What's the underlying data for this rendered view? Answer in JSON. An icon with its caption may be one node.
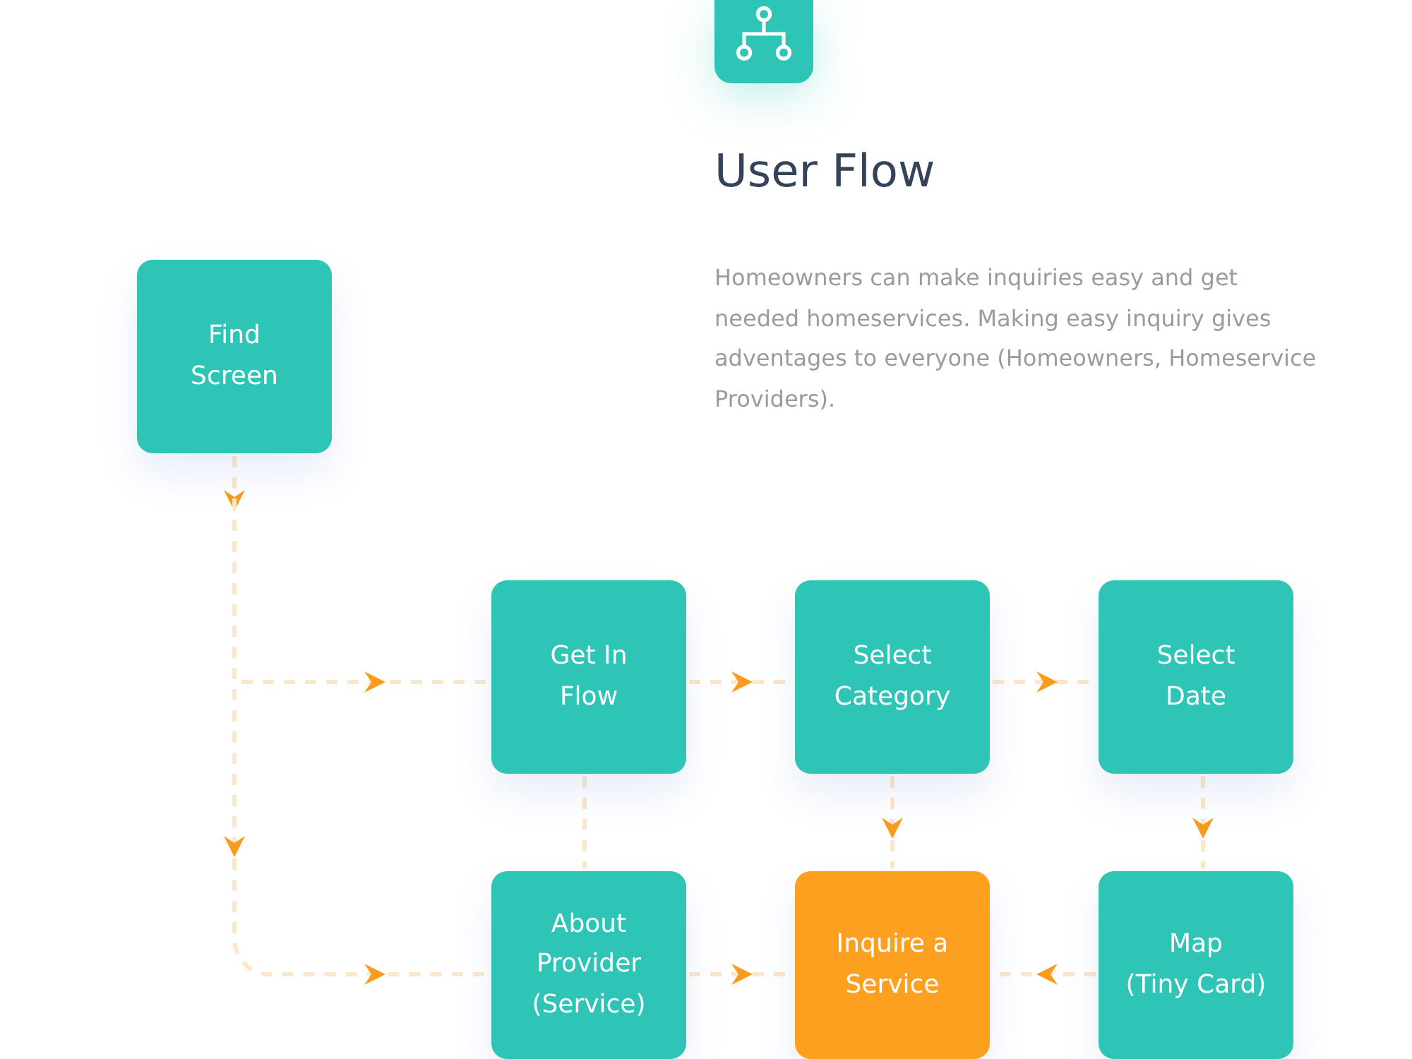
{
  "diagram": {
    "title": "User Flow",
    "nodes": [
      {
        "text": [
          "Find Screen"
        ]
      },
      {
        "text": [
          "Get In Flow"
        ]
      },
      {
        "text": [
          "Select Category"
        ]
      },
      {
        "text": [
          "Select Date"
        ]
      },
      {
        "text": [
          "About Provider (Service)"
        ]
      },
      {
        "text": [
          "Inquire a Service"
        ]
      },
      {
        "text": [
          "Map (Tiny Card)"
        ]
      }
    ],
    "edges": [
      {
        "from": 0,
        "to": 1,
        "arrow": "to",
        "style": "dashed"
      },
      {
        "from": 0,
        "to": 4,
        "arrow": "to",
        "style": "dashed"
      },
      {
        "from": 1,
        "to": 2,
        "arrow": "to",
        "style": "dashed"
      },
      {
        "from": 2,
        "to": 3,
        "arrow": "to",
        "style": "dashed"
      },
      {
        "from": 2,
        "to": 5,
        "arrow": "to",
        "style": "dashed"
      },
      {
        "from": 3,
        "to": 6,
        "arrow": "to",
        "style": "dashed"
      },
      {
        "from": 1,
        "to": 4,
        "arrow": "none",
        "style": "dashed"
      },
      {
        "from": 4,
        "to": 5,
        "arrow": "to",
        "style": "dashed"
      },
      {
        "from": 6,
        "to": 5,
        "arrow": "to",
        "style": "dashed"
      }
    ],
    "labels": [
      "Homeowners can make inquiries easy and get needed homeservices. Making easy inquiry gives adventages to everyone (Homeowners, Homeservice Providers)."
    ]
  }
}
